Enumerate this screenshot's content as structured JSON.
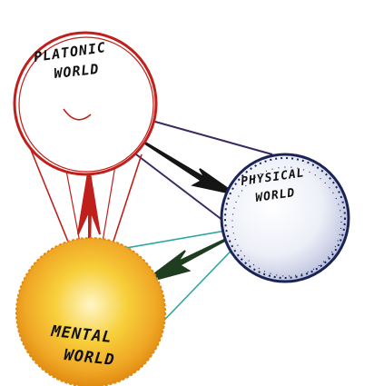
{
  "worlds": {
    "platonic": {
      "line1": "PLATONIC",
      "line2": "WORLD",
      "color": "#c0201c",
      "label_color": "#111111"
    },
    "physical": {
      "line1": "PHYSICAL",
      "line2": "WORLD",
      "color": "#1b2457",
      "label_color": "#111111"
    },
    "mental": {
      "line1": "MENTAL",
      "line2": "WORLD",
      "color_outer": "#e08a10",
      "color_inner": "#f7cf3a",
      "label_color": "#111111"
    }
  },
  "cones": {
    "platonic_to_physical": {
      "color": "#3a2a5e",
      "arrow_color": "#151515"
    },
    "physical_to_mental": {
      "color": "#2aa7a0",
      "arrow_color": "#1f3d1f"
    },
    "mental_to_platonic": {
      "color": "#c0201c",
      "arrow_color": "#c0201c"
    }
  }
}
